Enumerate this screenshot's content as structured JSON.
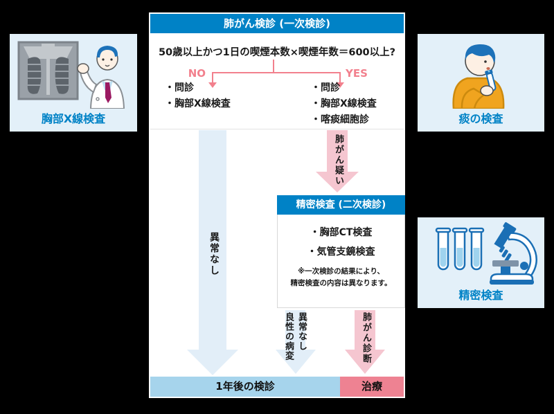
{
  "side_panels": {
    "chest_xray": {
      "label": "胸部X線検査"
    },
    "sputum": {
      "label": "痰の検査"
    },
    "detailed": {
      "label": "精密検査"
    }
  },
  "primary": {
    "header": "肺がん検診 (一次検診)",
    "question": "50歳以上かつ1日の喫煙本数×喫煙年数＝600以上?",
    "no_label": "NO",
    "yes_label": "YES",
    "no_items": [
      "・問診",
      "・胸部X線検査"
    ],
    "yes_items": [
      "・問診",
      "・胸部X線検査",
      "・喀痰細胞診"
    ]
  },
  "secondary": {
    "header": "精密検査 (二次検診)",
    "items": [
      "・胸部CT検査",
      "・気管支鏡検査"
    ],
    "note": [
      "※一次検診の結果により、",
      "精密検査の内容は異なります。"
    ]
  },
  "arrows": {
    "left_outcome": "異常なし",
    "suspicion": "肺がん疑い",
    "secondary_outcome_line1": "異常なし",
    "secondary_outcome_line2": "良性の病変",
    "diagnosis": "肺がん診断"
  },
  "outcomes": {
    "followup": "1年後の検診",
    "treatment": "治療"
  },
  "colors": {
    "header_blue": "#0082c6",
    "salmon_accent": "#f2808d",
    "pink_arrow": "#f5c6d0",
    "light_blue_arrow": "#e2eef8",
    "bar_blue": "#a6d4ec",
    "bar_pink": "#ee8292",
    "side_panel_bg": "#e3f0f9",
    "label_blue": "#0082c6"
  },
  "icons": {
    "doctor_xray": "doctor-with-chest-xray-illustration",
    "sputum_person": "person-giving-sputum-sample-illustration",
    "lab": "test-tubes-and-microscope-illustration"
  }
}
